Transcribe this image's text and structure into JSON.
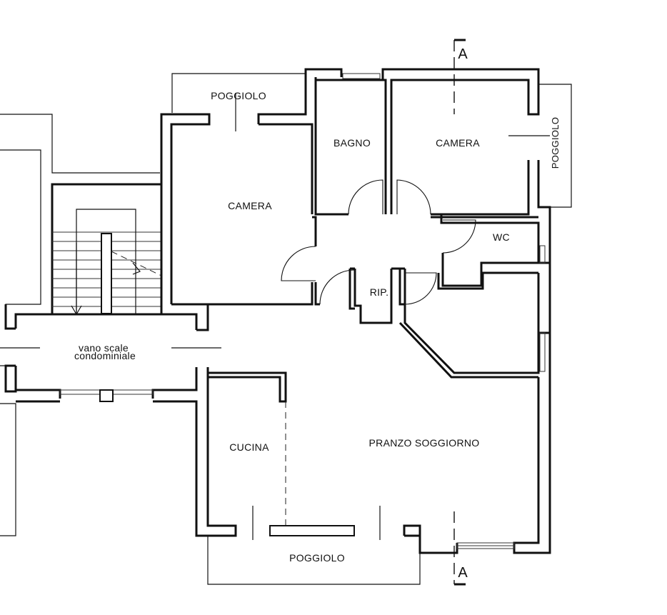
{
  "rooms": {
    "camera_west": "CAMERA",
    "bagno": "BAGNO",
    "camera_east": "CAMERA",
    "wc": "WC",
    "ripostiglio": "RIP.",
    "stair_line1": "vano scale",
    "stair_line2": "condominiale",
    "cucina": "CUCINA",
    "pranzo_soggiorno": "PRANZO SOGGIORNO"
  },
  "balconies": {
    "top": "POGGIOLO",
    "east": "POGGIOLO",
    "bottom": "POGGIOLO"
  },
  "section_marks": {
    "top": "A",
    "bottom": "A"
  }
}
